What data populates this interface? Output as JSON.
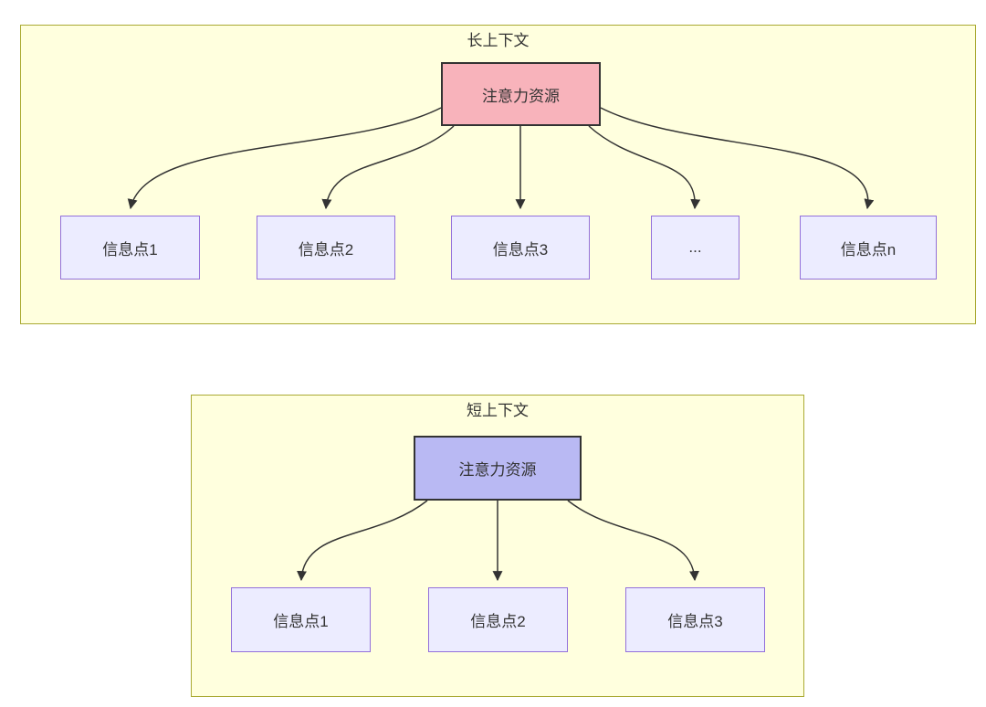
{
  "diagram": {
    "type": "flowchart",
    "groups": [
      {
        "title": "长上下文",
        "source": {
          "label": "注意力资源"
        },
        "targets": [
          {
            "label": "信息点1"
          },
          {
            "label": "信息点2"
          },
          {
            "label": "信息点3"
          },
          {
            "label": "..."
          },
          {
            "label": "信息点n"
          }
        ]
      },
      {
        "title": "短上下文",
        "source": {
          "label": "注意力资源"
        },
        "targets": [
          {
            "label": "信息点1"
          },
          {
            "label": "信息点2"
          },
          {
            "label": "信息点3"
          }
        ]
      }
    ],
    "colors": {
      "group_fill": "#ffffde",
      "group_border": "#aaaa33",
      "info_node_fill": "#ececff",
      "info_node_border": "#9370db",
      "long_source_fill": "#f8b3bb",
      "short_source_fill": "#b9b9f3",
      "source_border": "#333333",
      "text": "#333333",
      "arrow": "#333333"
    }
  }
}
